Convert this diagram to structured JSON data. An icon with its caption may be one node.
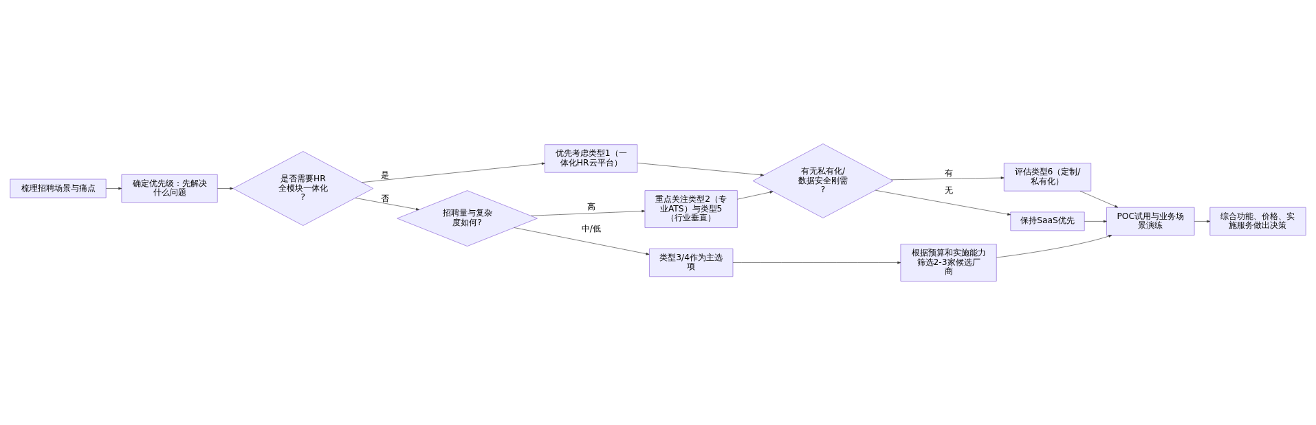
{
  "diagram": {
    "nodes": [
      {
        "text": [
          "梳理招聘场景与痛点"
        ]
      },
      {
        "text": [
          "确定优先级：先解决什么问题"
        ]
      },
      {
        "text": [
          "是否需要HR全模块一体化?"
        ]
      },
      {
        "text": [
          "优先考虑类型1（一体化HR云平台）"
        ]
      },
      {
        "text": [
          "招聘量与复杂度如何?"
        ]
      },
      {
        "text": [
          "重点关注类型2（专业ATS）与类型5（行业垂直）"
        ]
      },
      {
        "text": [
          "有无私有化/数据安全刚需?"
        ]
      },
      {
        "text": [
          "类型3/4作为主选项"
        ]
      },
      {
        "text": [
          "评估类型6（定制/私有化）"
        ]
      },
      {
        "text": [
          "保持SaaS优先"
        ]
      },
      {
        "text": [
          "根据预算和实施能力筛选2-3家候选厂商"
        ]
      },
      {
        "text": [
          "POC试用与业务场景演练"
        ]
      },
      {
        "text": [
          "综合功能、价格、实施服务做出决策"
        ]
      }
    ],
    "edges": [
      {
        "from": 0,
        "to": 1,
        "arrow": "to"
      },
      {
        "from": 1,
        "to": 2,
        "arrow": "to"
      },
      {
        "from": 2,
        "to": 3,
        "arrow": "to",
        "label": "是"
      },
      {
        "from": 2,
        "to": 4,
        "arrow": "to",
        "label": "否"
      },
      {
        "from": 4,
        "to": 5,
        "arrow": "to",
        "label": "高"
      },
      {
        "from": 4,
        "to": 7,
        "arrow": "to",
        "label": "中/低"
      },
      {
        "from": 3,
        "to": 6,
        "arrow": "to"
      },
      {
        "from": 5,
        "to": 6,
        "arrow": "to"
      },
      {
        "from": 6,
        "to": 8,
        "arrow": "to",
        "label": "有"
      },
      {
        "from": 6,
        "to": 9,
        "arrow": "to",
        "label": "无"
      },
      {
        "from": 7,
        "to": 10,
        "arrow": "to"
      },
      {
        "from": 8,
        "to": 11,
        "arrow": "to"
      },
      {
        "from": 9,
        "to": 11,
        "arrow": "to"
      },
      {
        "from": 10,
        "to": 11,
        "arrow": "to"
      },
      {
        "from": 11,
        "to": 12,
        "arrow": "to"
      }
    ]
  }
}
